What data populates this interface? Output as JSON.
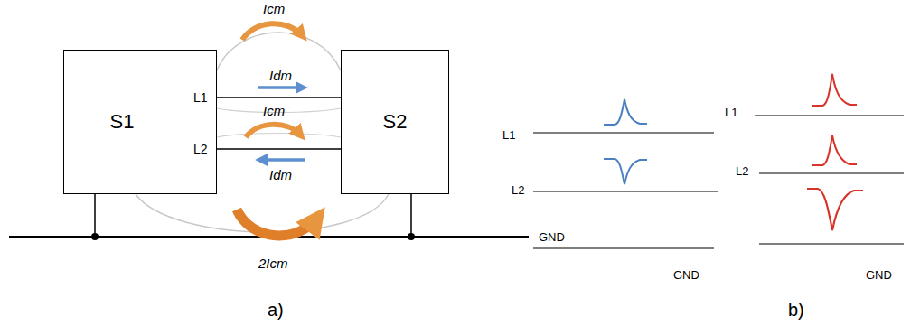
{
  "diagram": {
    "nodes": [
      {
        "text": [
          "S1"
        ]
      },
      {
        "text": [
          "S2"
        ]
      }
    ],
    "edges": [
      {
        "from": 0,
        "to": 1,
        "arrow": "none"
      },
      {
        "from": 0,
        "to": 1,
        "arrow": "none"
      }
    ],
    "labels": [
      "L1",
      "L2",
      "Icm",
      "Idm",
      "Icm",
      "Idm",
      "2Icm",
      "GND",
      "a)",
      "L1",
      "L2",
      "GND",
      "L1",
      "L2",
      "GND",
      "b)"
    ]
  }
}
